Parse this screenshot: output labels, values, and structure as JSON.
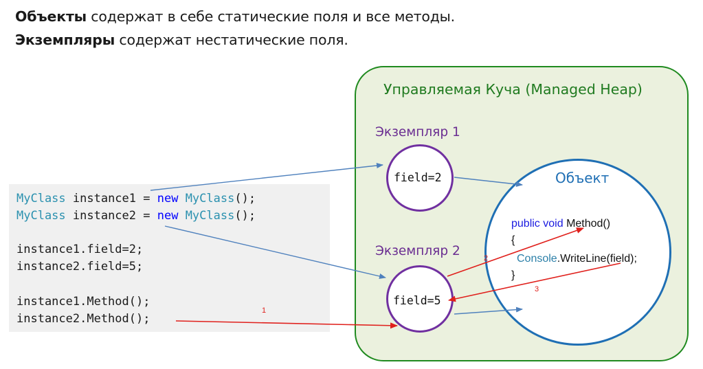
{
  "heading": {
    "line1_bold": "Объекты",
    "line1_rest": " содержат в себе статические поля и все методы.",
    "line2_bold": "Экземпляры",
    "line2_rest": "  содержат нестатические поля."
  },
  "code": {
    "line1": {
      "type1": "MyClass",
      "mid": " instance1 = ",
      "kw": "new",
      "sp": " ",
      "type2": "MyClass",
      "end": "();"
    },
    "line2": {
      "type1": "MyClass",
      "mid": " instance2 = ",
      "kw": "new",
      "sp": " ",
      "type2": "MyClass",
      "end": "();"
    },
    "line3": "instance1.field=2;",
    "line4": "instance2.field=5;",
    "line5": "instance1.Method();",
    "line6": "instance2.Method();"
  },
  "heap": {
    "title": "Управляемая Куча (Managed Heap)",
    "instance1": {
      "label": "Экземпляр 1",
      "field": "field=2"
    },
    "instance2": {
      "label": "Экземпляр 2",
      "field": "field=5"
    },
    "object": {
      "title": "Объект",
      "sig_kw": "public void",
      "sig_name": "Method()",
      "open_brace": "{",
      "call_cls": "Console",
      "call_rest": ".WriteLine(field);",
      "close_brace": "}"
    }
  },
  "steps": {
    "s1": "1",
    "s2": "2",
    "s3": "3"
  },
  "colors": {
    "heap_border": "#1f8a1f",
    "heap_fill": "#ebf1de",
    "instance_border": "#7030a0",
    "object_border": "#1f6fb4",
    "reference_arrow": "#4f81bd",
    "call_arrow": "#e0201c"
  }
}
